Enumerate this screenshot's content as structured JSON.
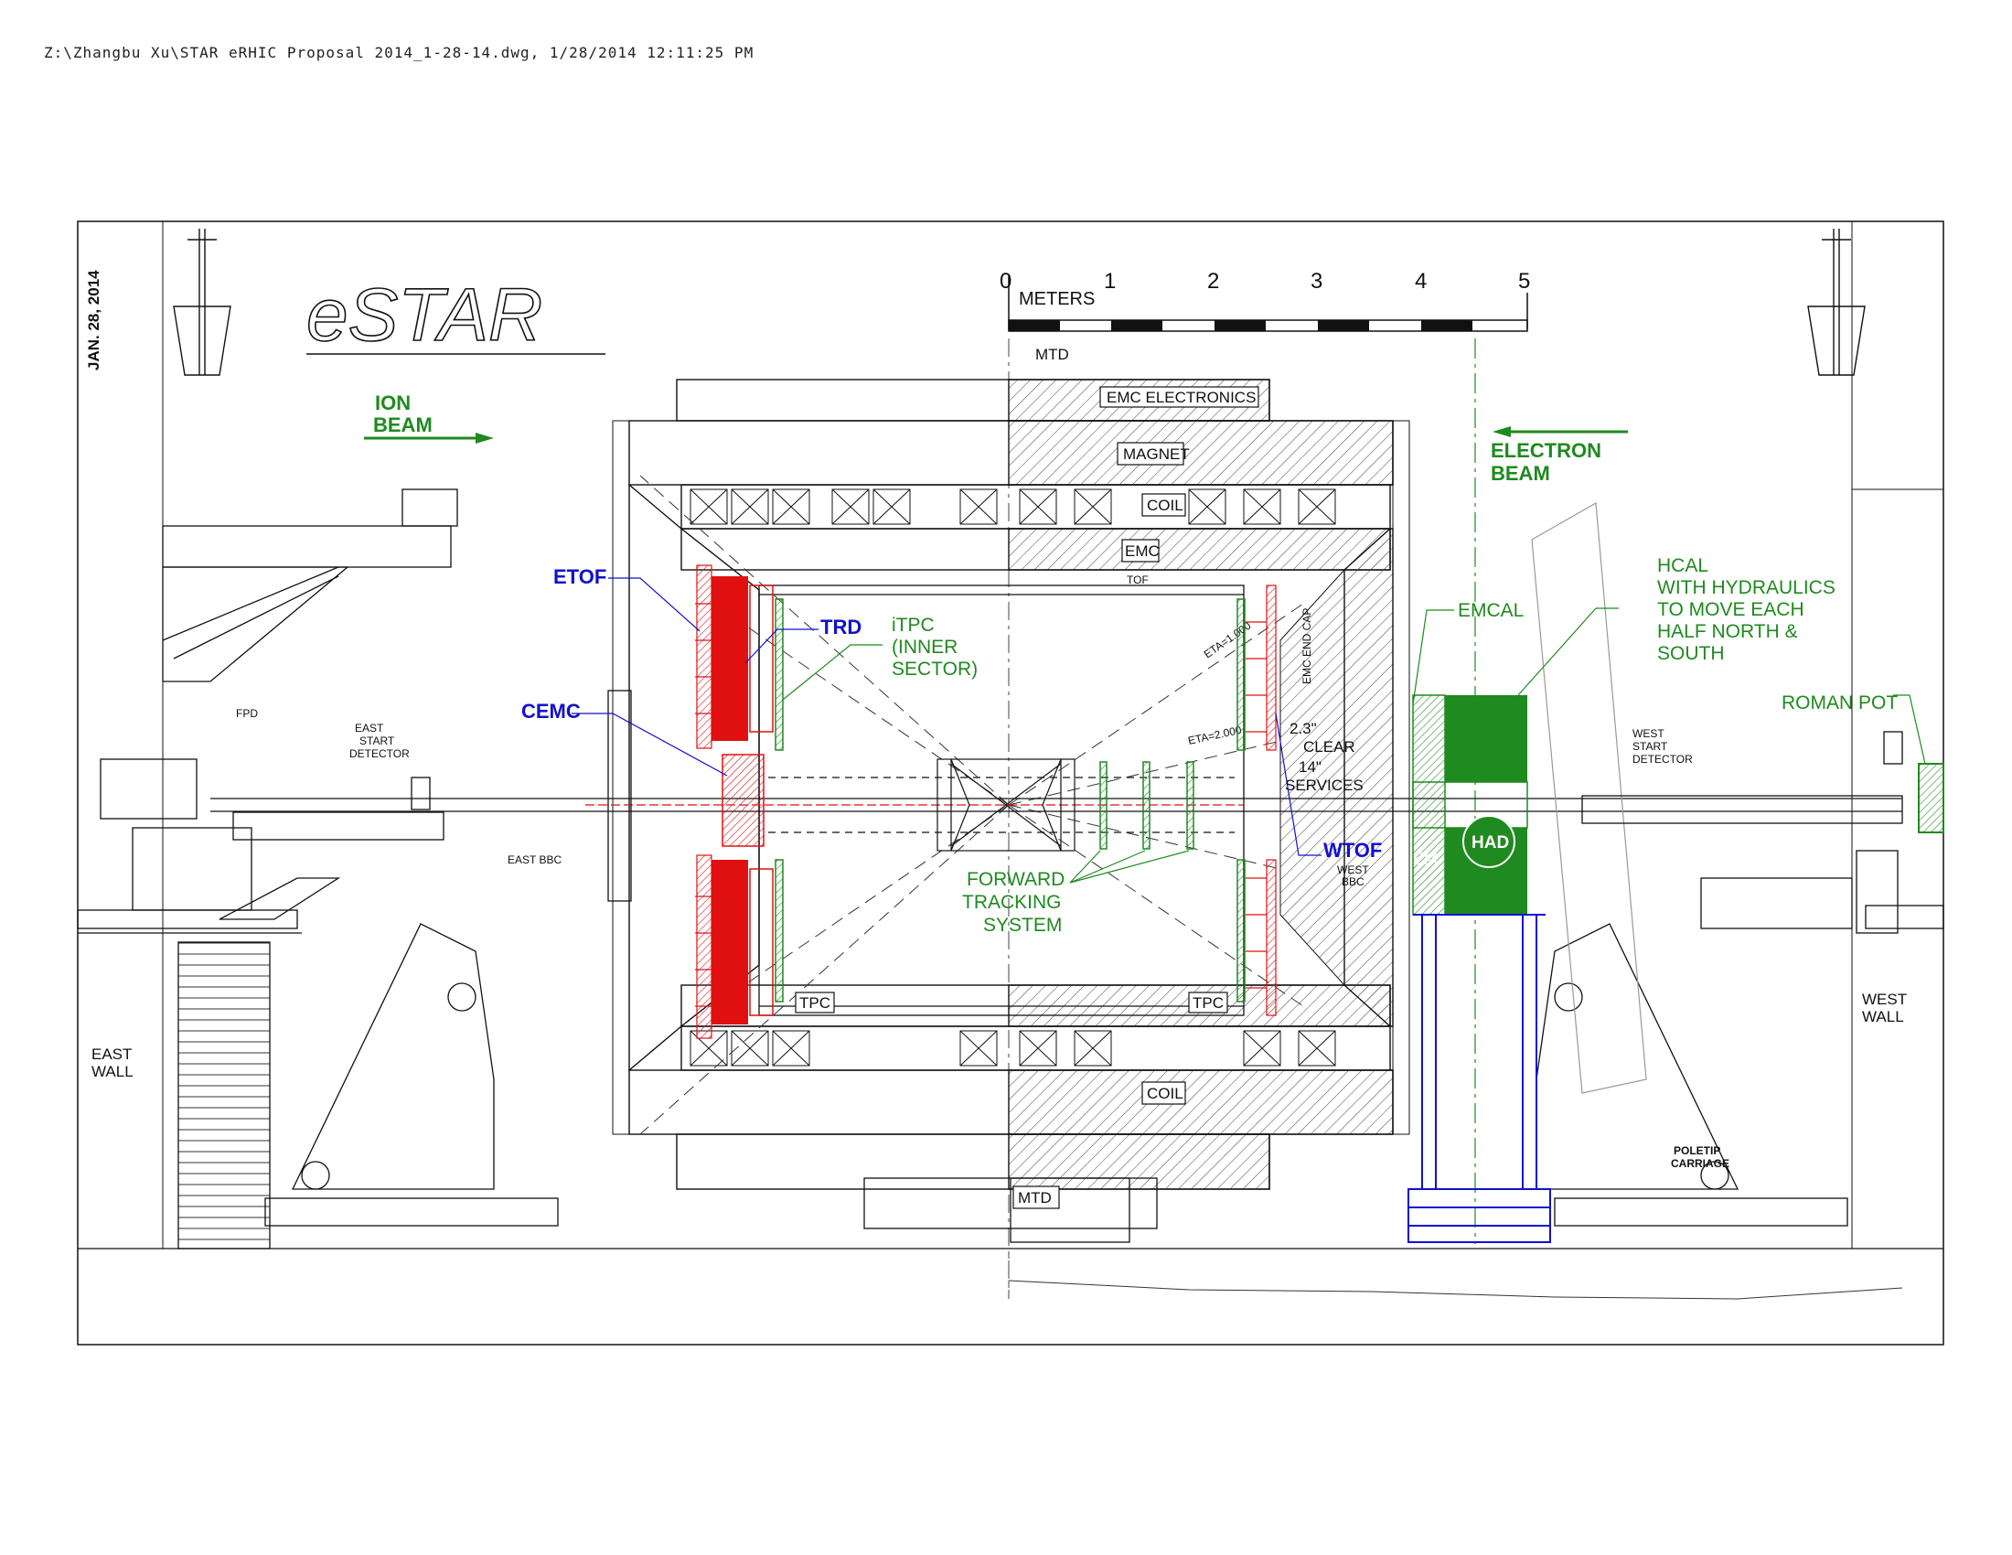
{
  "header": {
    "file_info": "Z:\\Zhangbu Xu\\STAR eRHIC Proposal 2014_1-28-14.dwg, 1/28/2014 12:11:25 PM"
  },
  "title_block": {
    "date": "JAN. 28, 2014",
    "title": "eSTAR"
  },
  "scale_bar": {
    "unit_label": "METERS",
    "ticks": [
      "0",
      "1",
      "2",
      "3",
      "4",
      "5"
    ]
  },
  "beams": {
    "ion": [
      "ION",
      "BEAM"
    ],
    "electron": [
      "ELECTRON",
      "BEAM"
    ]
  },
  "walls": {
    "east": [
      "EAST",
      "WALL"
    ],
    "west": [
      "WEST",
      "WALL"
    ]
  },
  "labels": {
    "mtd_top": "MTD",
    "mtd_bottom": "MTD",
    "emc_electronics": "EMC ELECTRONICS",
    "magnet": "MAGNET",
    "coil_top": "COIL",
    "coil_bottom": "COIL",
    "emc": "EMC",
    "tof": "TOF",
    "tpc_left": "TPC",
    "tpc_right": "TPC",
    "emc_end_cap": "EMC END CAP",
    "clear": [
      "2.3\"",
      "CLEAR"
    ],
    "services": [
      "14\"",
      "SERVICES"
    ],
    "fpd": "FPD",
    "east_start": [
      "EAST",
      "START",
      "DETECTOR"
    ],
    "east_bbc": "EAST BBC",
    "west_bbc": [
      "WEST",
      "BBC"
    ],
    "west_start": [
      "WEST",
      "START",
      "DETECTOR"
    ],
    "poletip": [
      "POLETIP",
      "CARRIAGE"
    ],
    "eta_1": "ETA=1.000",
    "eta_2": "ETA=2.000"
  },
  "detector_labels": {
    "etof": "ETOF",
    "trd": "TRD",
    "cemc": "CEMC",
    "wtof": "WTOF",
    "itpc": [
      "iTPC",
      "(INNER",
      "SECTOR)"
    ],
    "forward_tracking": [
      "FORWARD",
      "TRACKING",
      "SYSTEM"
    ],
    "emcal": "EMCAL",
    "hcal": [
      "HCAL",
      "WITH HYDRAULICS",
      "TO MOVE EACH",
      "HALF NORTH &",
      "SOUTH"
    ],
    "roman_pot": "ROMAN POT",
    "had": "HAD",
    "em": "EM"
  },
  "colors": {
    "red": "#e01010",
    "green": "#1f8a1f",
    "blue": "#1010d0",
    "line": "#111111"
  }
}
